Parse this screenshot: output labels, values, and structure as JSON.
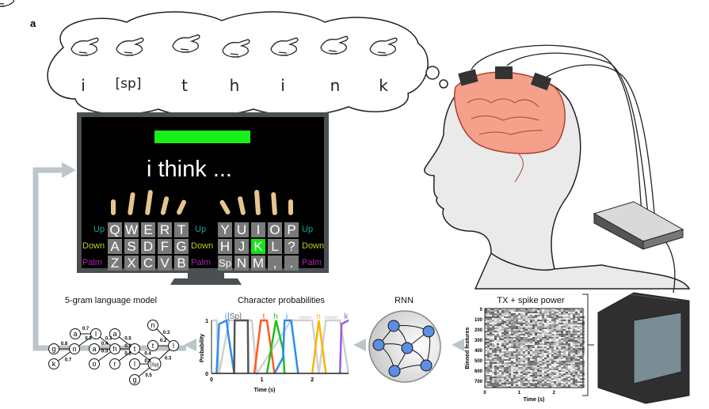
{
  "panel_label": "a",
  "thought_bubble": {
    "letters": [
      "i",
      "[sp]",
      "t",
      "h",
      "i",
      "n",
      "k"
    ]
  },
  "monitor": {
    "typed_text": "i think ...",
    "cue_color": "#19f019",
    "row_labels": {
      "up": "Up",
      "down": "Down",
      "palm": "Palm"
    },
    "left_keys": [
      [
        "Q",
        "W",
        "E",
        "R",
        "T"
      ],
      [
        "A",
        "S",
        "D",
        "F",
        "G"
      ],
      [
        "Z",
        "X",
        "C",
        "V",
        "B"
      ]
    ],
    "right_keys": [
      [
        "Y",
        "U",
        "I",
        "O",
        "P"
      ],
      [
        "H",
        "J",
        "K",
        "L",
        "?"
      ],
      [
        "Sp",
        "N",
        "M",
        ",",
        "."
      ]
    ],
    "highlighted_key": "K"
  },
  "language_model": {
    "title": "5-gram language model",
    "nodes": [
      "a",
      "l",
      "g",
      "n",
      "k",
      "a",
      "h",
      "o",
      "r",
      "a",
      "t",
      "l",
      "g",
      "[Sp]",
      "n",
      "t",
      "l",
      "i"
    ],
    "edge_probs": [
      "0.7",
      "0.3",
      "0.8",
      "0.7",
      "0.3",
      "0.4",
      "0.5",
      "0.3",
      "0.3",
      "0.2",
      "0.4",
      "0.3",
      "0.5",
      "0.3",
      "0.2",
      "0.3",
      "0.5"
    ]
  },
  "char_probs": {
    "title": "Character probabilities",
    "ylabel": "Probability",
    "xlabel": "Time (s)",
    "yticks": [
      "0",
      "1"
    ],
    "xticks": [
      "0",
      "1",
      "2"
    ],
    "labels": [
      {
        "text": "i",
        "color": "#2b8cf0"
      },
      {
        "text": "[Sp]",
        "color": "#666666"
      },
      {
        "text": "t",
        "color": "#ff5a1f"
      },
      {
        "text": "h",
        "color": "#1fbf1f"
      },
      {
        "text": "i",
        "color": "#2b8cf0"
      },
      {
        "text": "<blank>",
        "color": "#bbbbbb"
      },
      {
        "text": "n",
        "color": "#ffb400"
      },
      {
        "text": "<blank>",
        "color": "#bbbbbb"
      },
      {
        "text": "k",
        "color": "#9b59e0"
      }
    ],
    "series": [
      {
        "name": "i",
        "color": "#2b8cf0",
        "t": [
          0.1,
          0.15,
          0.3,
          0.33,
          0.45
        ],
        "p": [
          0,
          0.93,
          1,
          0.75,
          0
        ]
      },
      {
        "name": "[Sp]",
        "color": "#555555",
        "t": [
          0.45,
          0.46,
          0.72,
          0.73
        ],
        "p": [
          0,
          1,
          1,
          0
        ]
      },
      {
        "name": "t",
        "color": "#ff5a1f",
        "t": [
          0.85,
          0.98,
          1.1,
          1.25
        ],
        "p": [
          0,
          1,
          1,
          0
        ]
      },
      {
        "name": "h",
        "color": "#1fbf1f",
        "t": [
          1.1,
          1.28,
          1.42,
          1.45
        ],
        "p": [
          0,
          1,
          0.45,
          0
        ]
      },
      {
        "name": "i",
        "color": "#2b8cf0",
        "t": [
          1.25,
          1.42,
          1.45,
          1.58,
          1.72
        ],
        "p": [
          0,
          0.3,
          1,
          1,
          0
        ]
      },
      {
        "name": "n",
        "color": "#ffb400",
        "t": [
          2.0,
          2.13,
          2.27
        ],
        "p": [
          0,
          1,
          0
        ]
      },
      {
        "name": "k",
        "color": "#9b59e0",
        "t": [
          2.55,
          2.58,
          2.72
        ],
        "p": [
          0,
          0.93,
          1
        ]
      }
    ]
  },
  "rnn": {
    "title": "RNN",
    "node_color": "#5b8fe6"
  },
  "neural": {
    "title": "TX + spike power",
    "ylabel": "Binned features",
    "xlabel": "Time (s)",
    "yticks": [
      "0",
      "100",
      "200",
      "300",
      "400",
      "500",
      "600",
      "700"
    ],
    "xticks": [
      "0",
      "1",
      "2"
    ]
  }
}
